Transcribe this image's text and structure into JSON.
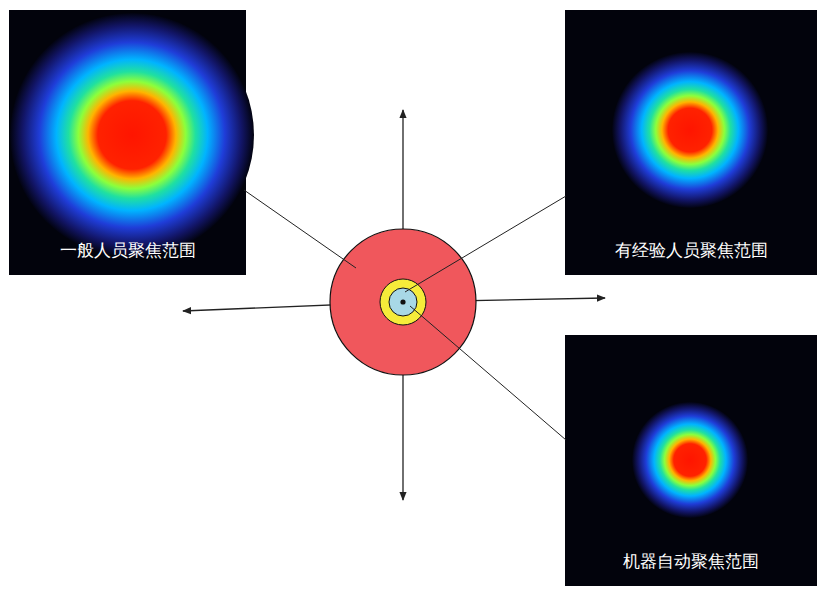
{
  "diagram": {
    "nodes": [
      {
        "text": [
          "一般人员聚焦范围"
        ]
      },
      {
        "text": [
          "有经验人员聚焦范围"
        ]
      },
      {
        "text": [
          "机器自动聚焦范围"
        ]
      }
    ]
  }
}
